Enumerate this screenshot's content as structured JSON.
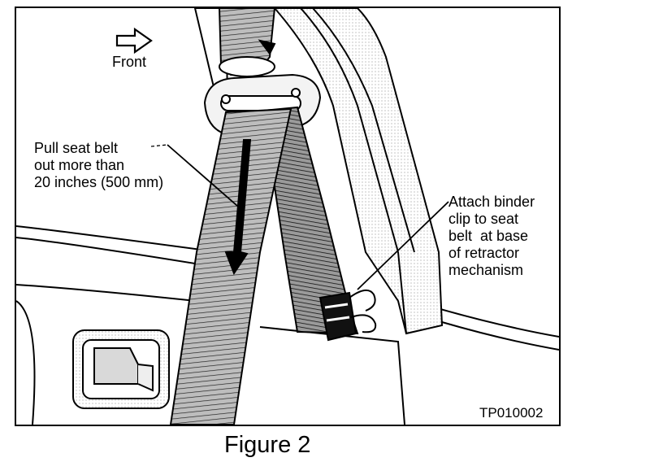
{
  "figure": {
    "front_label": "Front",
    "pull_instruction": "Pull seat belt\nout more than\n20 inches (500 mm)",
    "clip_instruction": "Attach binder\nclip to seat\nbelt  at base\nof retractor\nmechanism",
    "code": "TP010002",
    "caption": "Figure 2"
  }
}
